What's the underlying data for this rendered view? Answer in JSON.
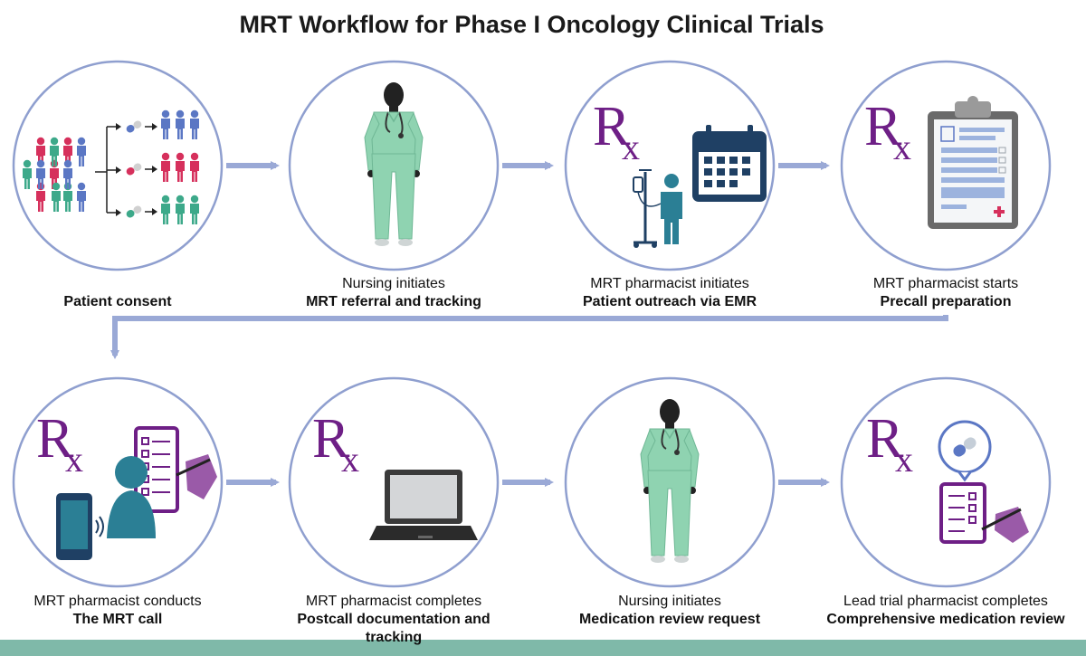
{
  "title": "MRT Workflow for Phase I Oncology Clinical Trials",
  "colors": {
    "circle": "#8f9fcf",
    "arrow": "#9aa9d6",
    "rx": "#6e1f86",
    "scrubs": "#8fd3b1",
    "skin": "#222222",
    "pill_blue": "#5b77c4",
    "pill_red": "#d6305c",
    "pill_green": "#3da98a",
    "teal": "#2b7f95",
    "navy": "#1f4064",
    "footer": "#7fb9a9"
  },
  "steps": [
    {
      "line1": "",
      "line2": "Patient consent",
      "icon": "patient-population-icon"
    },
    {
      "line1": "Nursing initiates",
      "line2": "MRT referral and tracking",
      "icon": "nurse-icon"
    },
    {
      "line1": "MRT pharmacist initiates",
      "line2": "Patient outreach via EMR",
      "icon": "calendar-iv-icon"
    },
    {
      "line1": "MRT pharmacist starts",
      "line2": "Precall preparation",
      "icon": "clipboard-icon"
    },
    {
      "line1": "MRT pharmacist conducts",
      "line2": "The MRT call",
      "icon": "phone-call-icon"
    },
    {
      "line1": "MRT pharmacist completes",
      "line2": "Postcall documentation and tracking",
      "icon": "laptop-icon"
    },
    {
      "line1": "Nursing initiates",
      "line2": "Medication review request",
      "icon": "nurse-icon"
    },
    {
      "line1": "Lead trial pharmacist completes",
      "line2": "Comprehensive medication review",
      "icon": "medication-review-icon"
    }
  ],
  "rx_symbol": "Rx"
}
